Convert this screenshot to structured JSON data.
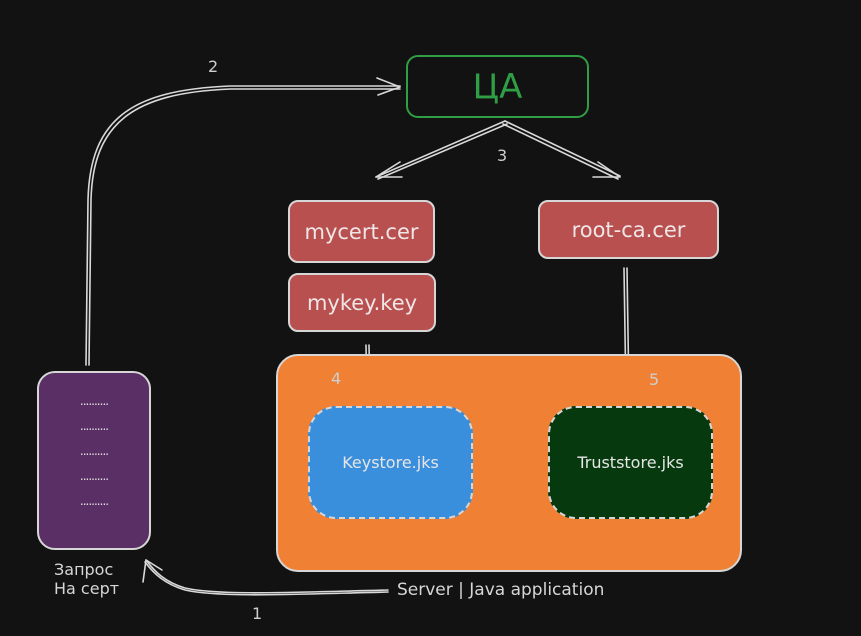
{
  "diagram": {
    "ca": {
      "label": "ЦА",
      "color": "#2f9e44"
    },
    "certificates": {
      "mycert": "mycert.cer",
      "mykey": "mykey.key",
      "rootca": "root-ca.cer",
      "color": "#b85050"
    },
    "server": {
      "label": "Server | Java application",
      "color": "#f08034",
      "keystore": {
        "label": "Keystore.jks",
        "color": "#3a8fdc"
      },
      "truststore": {
        "label": "Truststore.jks",
        "color": "#063a0e"
      }
    },
    "request": {
      "lines": [
        "..........",
        "..........",
        "..........",
        "..........",
        ".........."
      ],
      "caption_line1": "Запрос",
      "caption_line2": "На серт",
      "color": "#5a2f66"
    },
    "steps": [
      "1",
      "2",
      "3",
      "4",
      "5"
    ],
    "edges": [
      {
        "from": "server",
        "to": "request",
        "step": "1"
      },
      {
        "from": "request",
        "to": "ca",
        "step": "2"
      },
      {
        "from": "ca",
        "to": "mycert",
        "step": "3"
      },
      {
        "from": "ca",
        "to": "rootca",
        "step": "3"
      },
      {
        "from": "mykey",
        "to": "keystore",
        "step": "4"
      },
      {
        "from": "rootca",
        "to": "truststore",
        "step": "5"
      }
    ],
    "background": "#121212"
  }
}
